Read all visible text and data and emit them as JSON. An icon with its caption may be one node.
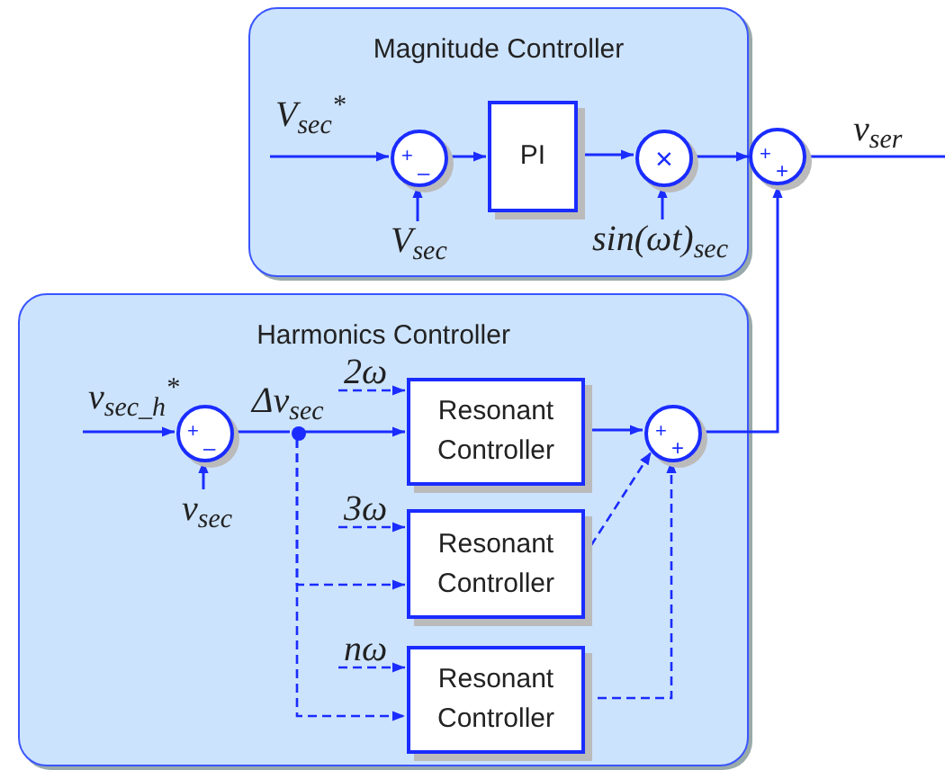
{
  "diagram": {
    "nodes": [
      {
        "text": [
          "Magnitude Controller"
        ]
      },
      {
        "text": [
          "V$_{sec}$$^{*}$"
        ],
        "in": 0
      },
      {
        "text": [
          "+",
          "–"
        ],
        "in": 0
      },
      {
        "text": [
          "V$_{sec}$"
        ],
        "in": 0
      },
      {
        "text": [
          "PI"
        ],
        "in": 0
      },
      {
        "text": [
          "×"
        ],
        "in": 0
      },
      {
        "text": [
          "sin(ωt)$_{sec}$"
        ],
        "in": 0
      },
      {
        "text": [
          "+",
          "+"
        ]
      },
      {
        "text": [
          "Harmonics Controller"
        ]
      },
      {
        "text": [
          "v$_{sec_h}$$^{*}$"
        ],
        "in": 8
      },
      {
        "text": [
          "+",
          "–"
        ],
        "in": 8
      },
      {
        "text": [
          "v$_{sec}$"
        ],
        "in": 8
      },
      {
        "text": [],
        "shape": "circle",
        "in": 8,
        "beside": [
          "Δv$_{sec}$"
        ]
      },
      {
        "text": [
          "2ω"
        ],
        "in": 8
      },
      {
        "text": [
          "Resonant Controller"
        ],
        "in": 8
      },
      {
        "text": [
          "3ω"
        ],
        "in": 8
      },
      {
        "text": [
          "Resonant Controller"
        ],
        "in": 8
      },
      {
        "text": [
          "nω"
        ],
        "in": 8
      },
      {
        "text": [
          "Resonant Controller"
        ],
        "in": 8
      },
      {
        "text": [
          "+",
          "+"
        ],
        "in": 8
      }
    ],
    "edges": [
      {
        "from": 1,
        "to": 2,
        "arrow": "to"
      },
      {
        "from": 3,
        "to": 2,
        "arrow": "to"
      },
      {
        "from": 2,
        "to": 4,
        "arrow": "to"
      },
      {
        "from": 4,
        "to": 5,
        "arrow": "to"
      },
      {
        "from": 6,
        "to": 5,
        "arrow": "to"
      },
      {
        "from": 5,
        "to": 7,
        "arrow": "to"
      },
      {
        "from": 7,
        "to": null,
        "arrow": "none",
        "label": "v$_{ser}$"
      },
      {
        "from": 9,
        "to": 10,
        "arrow": "to"
      },
      {
        "from": 11,
        "to": 10,
        "arrow": "to"
      },
      {
        "from": 10,
        "to": 12,
        "arrow": "none"
      },
      {
        "from": 12,
        "to": 14,
        "arrow": "to"
      },
      {
        "from": 13,
        "to": 14,
        "arrow": "to",
        "style": "dashed"
      },
      {
        "from": 12,
        "to": 16,
        "arrow": "to",
        "style": "dashed"
      },
      {
        "from": 15,
        "to": 16,
        "arrow": "to",
        "style": "dashed"
      },
      {
        "from": 12,
        "to": 18,
        "arrow": "to",
        "style": "dashed"
      },
      {
        "from": 17,
        "to": 18,
        "arrow": "to",
        "style": "dashed"
      },
      {
        "from": 14,
        "to": 19,
        "arrow": "to"
      },
      {
        "from": 16,
        "to": 19,
        "arrow": "to",
        "style": "dashed"
      },
      {
        "from": 18,
        "to": 19,
        "arrow": "to",
        "style": "dashed"
      },
      {
        "from": 19,
        "to": 7,
        "arrow": "to"
      }
    ]
  }
}
